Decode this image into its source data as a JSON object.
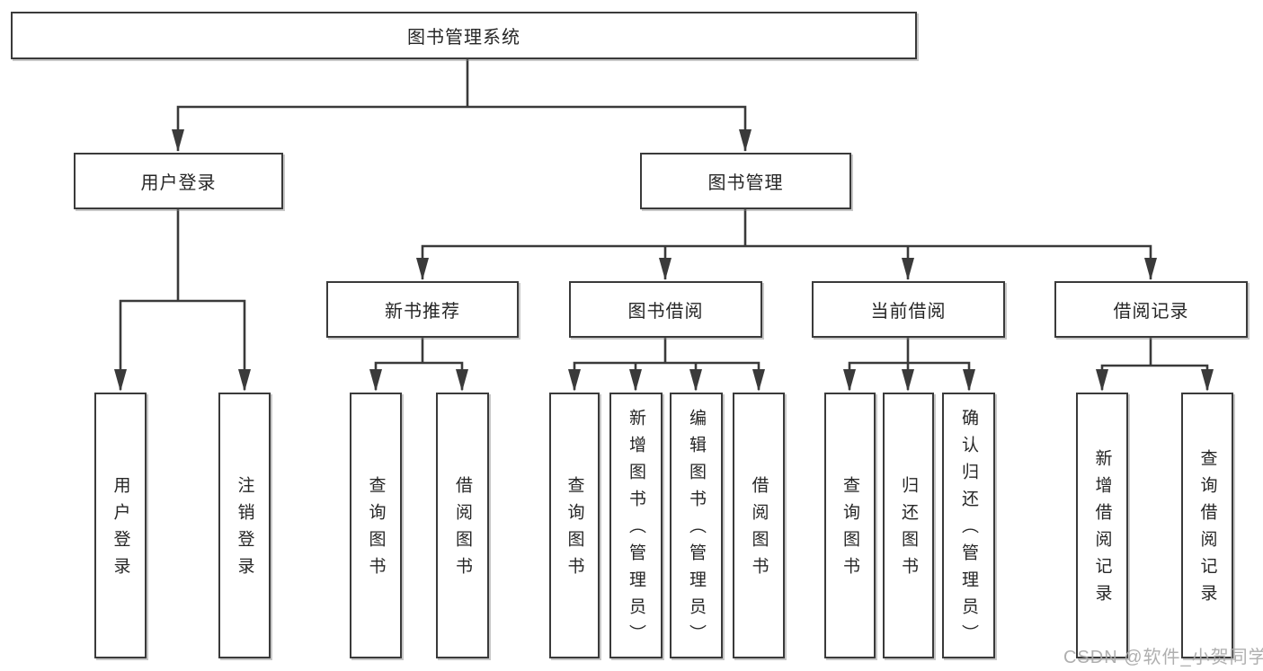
{
  "tree": {
    "root": "图书管理系统",
    "level2": {
      "user_login": "用户登录",
      "book_mgmt": "图书管理"
    },
    "level3": {
      "new_book_rec": "新书推荐",
      "book_borrow": "图书借阅",
      "current_borrow": "当前借阅",
      "borrow_records": "借阅记录"
    },
    "leaves": {
      "login": "用户登录",
      "logout": "注销登录",
      "nb_query_book": "查询图书",
      "nb_borrow_book": "借阅图书",
      "bb_query_book": "查询图书",
      "bb_add_book": "新增图书（管理员）",
      "bb_edit_book": "编辑图书（管理员）",
      "bb_borrow_book": "借阅图书",
      "cb_query_book": "查询图书",
      "cb_return_book": "归还图书",
      "cb_confirm_return": "确认归还（管理员）",
      "br_add_record": "新增借阅记录",
      "br_query_record": "查询借阅记录"
    }
  },
  "watermark": "CSDN @软件_小贺同学",
  "colors": {
    "line": "#3a3a3a",
    "text": "#262626",
    "watermark": "#a8a8a8",
    "background": "#ffffff"
  }
}
